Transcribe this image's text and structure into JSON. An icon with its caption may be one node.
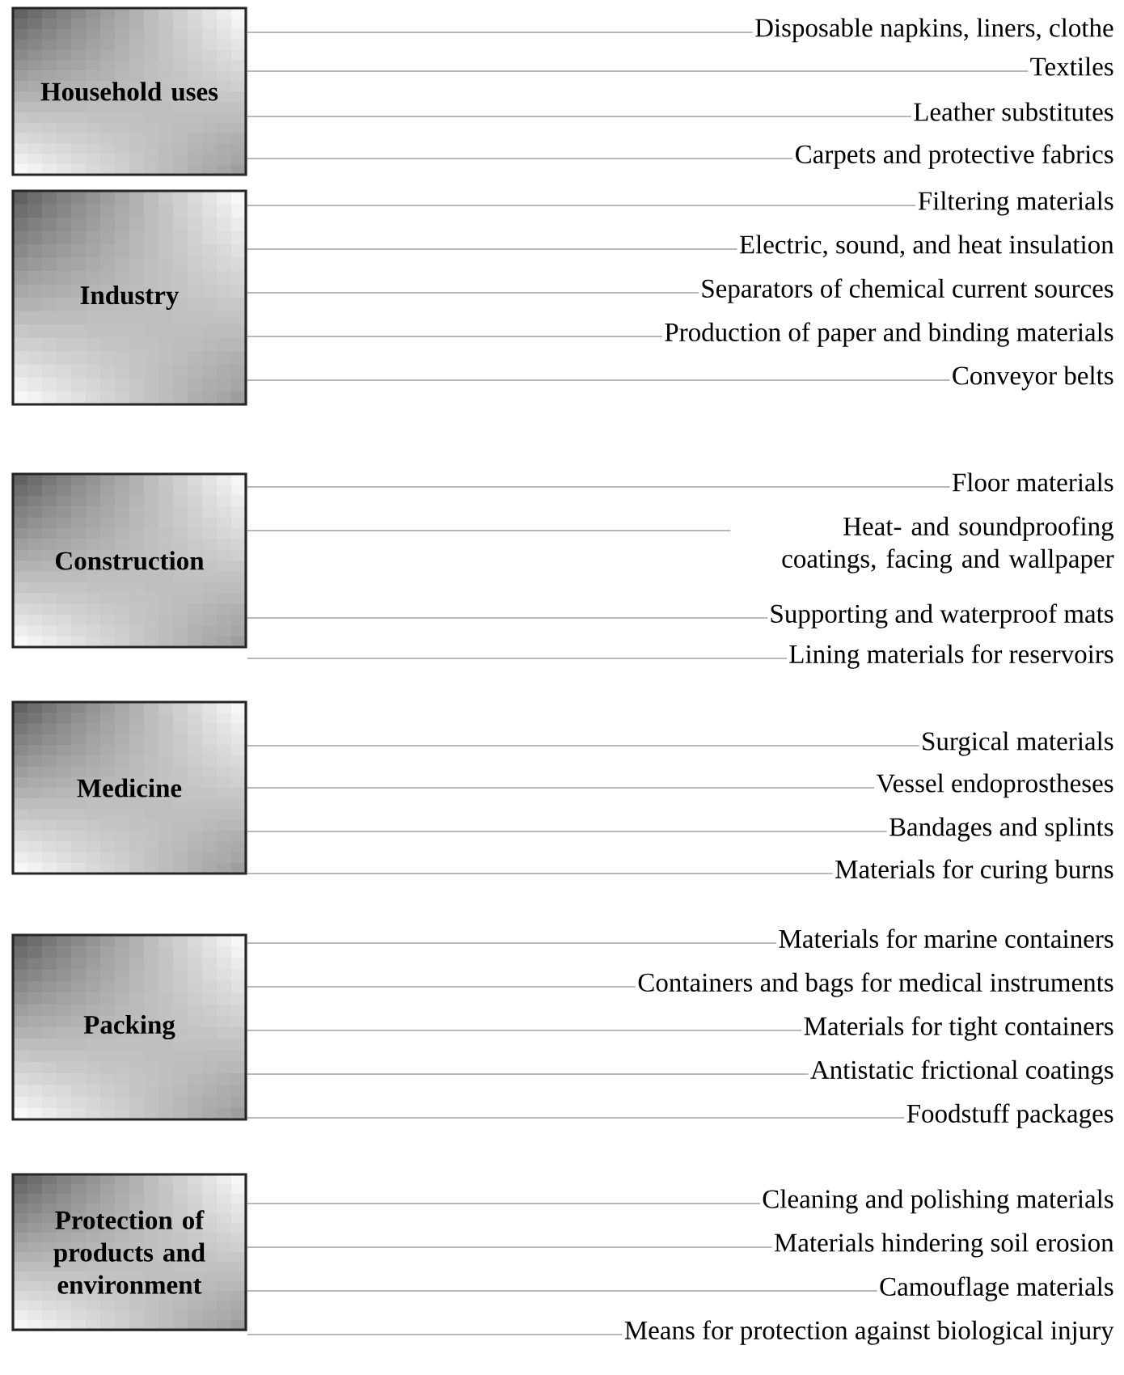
{
  "diagram": {
    "nodes": [
      {
        "text": [
          "Household uses"
        ]
      },
      {
        "text": [
          "Disposable napkins, liners, clothe"
        ]
      },
      {
        "text": [
          "Textiles"
        ]
      },
      {
        "text": [
          "Leather substitutes"
        ]
      },
      {
        "text": [
          "Carpets and protective fabrics"
        ]
      },
      {
        "text": [
          "Industry"
        ]
      },
      {
        "text": [
          "Filtering materials"
        ]
      },
      {
        "text": [
          "Electric, sound, and heat insulation"
        ]
      },
      {
        "text": [
          "Separators of chemical current sources"
        ]
      },
      {
        "text": [
          "Production of paper and binding materials"
        ]
      },
      {
        "text": [
          "Conveyor belts"
        ]
      },
      {
        "text": [
          "Construction"
        ]
      },
      {
        "text": [
          "Floor materials"
        ]
      },
      {
        "text": [
          "Heat- and soundproofing coatings, facing and wallpaper"
        ]
      },
      {
        "text": [
          "Supporting and waterproof mats"
        ]
      },
      {
        "text": [
          "Lining materials for reservoirs"
        ]
      },
      {
        "text": [
          "Medicine"
        ]
      },
      {
        "text": [
          "Surgical materials"
        ]
      },
      {
        "text": [
          "Vessel endoprostheses"
        ]
      },
      {
        "text": [
          "Bandages and splints"
        ]
      },
      {
        "text": [
          "Materials for curing burns"
        ]
      },
      {
        "text": [
          "Packing"
        ]
      },
      {
        "text": [
          "Materials for marine containers"
        ]
      },
      {
        "text": [
          "Containers and bags for medical instruments"
        ]
      },
      {
        "text": [
          "Materials for tight containers"
        ]
      },
      {
        "text": [
          "Antistatic frictional coatings"
        ]
      },
      {
        "text": [
          "Foodstuff packages"
        ]
      },
      {
        "text": [
          "Protection of products and environment"
        ]
      },
      {
        "text": [
          "Cleaning and polishing materials"
        ]
      },
      {
        "text": [
          "Materials hindering soil erosion"
        ]
      },
      {
        "text": [
          "Camouflage materials"
        ]
      },
      {
        "text": [
          "Means for protection against biological injury"
        ]
      }
    ],
    "edges": [
      {
        "from": 0,
        "to": 1,
        "arrow": "none"
      },
      {
        "from": 0,
        "to": 2,
        "arrow": "none"
      },
      {
        "from": 0,
        "to": 3,
        "arrow": "none"
      },
      {
        "from": 0,
        "to": 4,
        "arrow": "none"
      },
      {
        "from": 5,
        "to": 6,
        "arrow": "none"
      },
      {
        "from": 5,
        "to": 7,
        "arrow": "none"
      },
      {
        "from": 5,
        "to": 8,
        "arrow": "none"
      },
      {
        "from": 5,
        "to": 9,
        "arrow": "none"
      },
      {
        "from": 5,
        "to": 10,
        "arrow": "none"
      },
      {
        "from": 11,
        "to": 12,
        "arrow": "none"
      },
      {
        "from": 11,
        "to": 13,
        "arrow": "none"
      },
      {
        "from": 11,
        "to": 14,
        "arrow": "none"
      },
      {
        "from": 11,
        "to": 15,
        "arrow": "none"
      },
      {
        "from": 16,
        "to": 17,
        "arrow": "none"
      },
      {
        "from": 16,
        "to": 18,
        "arrow": "none"
      },
      {
        "from": 16,
        "to": 19,
        "arrow": "none"
      },
      {
        "from": 16,
        "to": 20,
        "arrow": "none"
      },
      {
        "from": 21,
        "to": 22,
        "arrow": "none"
      },
      {
        "from": 21,
        "to": 23,
        "arrow": "none"
      },
      {
        "from": 21,
        "to": 24,
        "arrow": "none"
      },
      {
        "from": 21,
        "to": 25,
        "arrow": "none"
      },
      {
        "from": 21,
        "to": 26,
        "arrow": "none"
      },
      {
        "from": 27,
        "to": 28,
        "arrow": "none"
      },
      {
        "from": 27,
        "to": 29,
        "arrow": "none"
      },
      {
        "from": 27,
        "to": 30,
        "arrow": "none"
      },
      {
        "from": 27,
        "to": 31,
        "arrow": "none"
      }
    ]
  }
}
